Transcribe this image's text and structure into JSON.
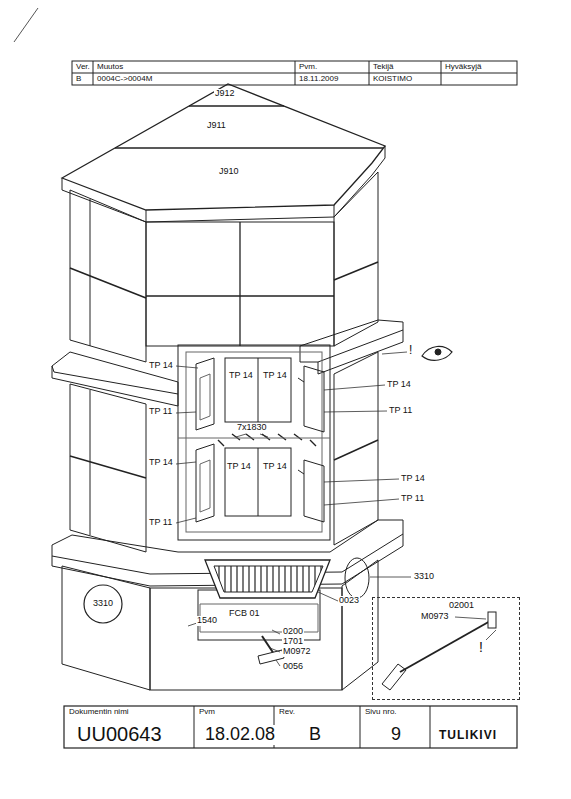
{
  "diagram": {
    "nodes": [
      {
        "text": [
          "3310"
        ]
      },
      {
        "text": [
          "02001",
          "M0973",
          "!"
        ]
      }
    ],
    "labels": [
      "Ver.",
      "Muutos",
      "Pvm.",
      "Tekijä",
      "Hyväksyjä",
      "B",
      "0004C->0004M",
      "18.11.2009",
      "KOISTIMO",
      "J912",
      "J911",
      "J910",
      "TP 14",
      "TP 14",
      "TP 14",
      "TP 14",
      "TP 11",
      "TP 11",
      "7x1830",
      "TP 14",
      "TP 14",
      "TP 14",
      "TP 14",
      "TP 11",
      "TP 11",
      "!",
      "3310",
      "0023",
      "FCB 01",
      "1540",
      "0200",
      "1701",
      "M0972",
      "0056",
      "Dokumentin nimi",
      "UU00643",
      "Pvm",
      "18.02.08",
      "Rev.",
      "B",
      "Sivu nro.",
      "9",
      "TULIKIVI"
    ]
  }
}
